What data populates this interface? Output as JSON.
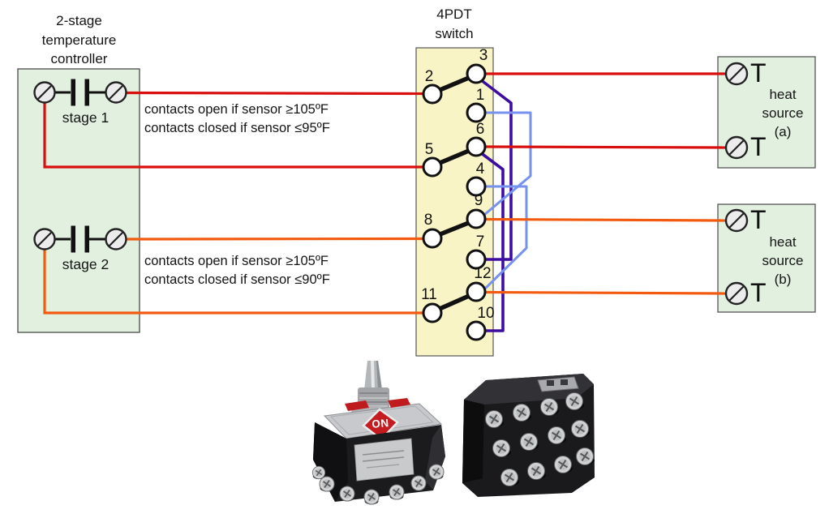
{
  "controller": {
    "title": "2-stage\ntemperature\ncontroller",
    "stages": [
      {
        "label": "stage 1",
        "notes": "contacts open if sensor ≥105ºF\ncontacts closed if sensor ≤95ºF"
      },
      {
        "label": "stage 2",
        "notes": "contacts open if sensor ≥105ºF\ncontacts closed if sensor ≤90ºF"
      }
    ]
  },
  "switch": {
    "title": "4PDT\nswitch",
    "terminals": [
      "1",
      "2",
      "3",
      "4",
      "5",
      "6",
      "7",
      "8",
      "9",
      "10",
      "11",
      "12"
    ]
  },
  "heat_sources": [
    {
      "name": "heat\nsource\n(a)",
      "terminals": [
        "T",
        "T"
      ]
    },
    {
      "name": "heat\nsource\n(b)",
      "terminals": [
        "T",
        "T"
      ]
    }
  ],
  "photos": {
    "on_label": "ON"
  },
  "colors": {
    "wire_red": "#d90f0f",
    "wire_orange": "#f25a10",
    "wire_purple": "#3d0da1",
    "wire_blue": "#7692ee",
    "controller_fill": "#e2f0e0",
    "switch_fill": "#f9f4c6",
    "heat_fill": "#e2f0e0",
    "box_border": "#555555"
  }
}
